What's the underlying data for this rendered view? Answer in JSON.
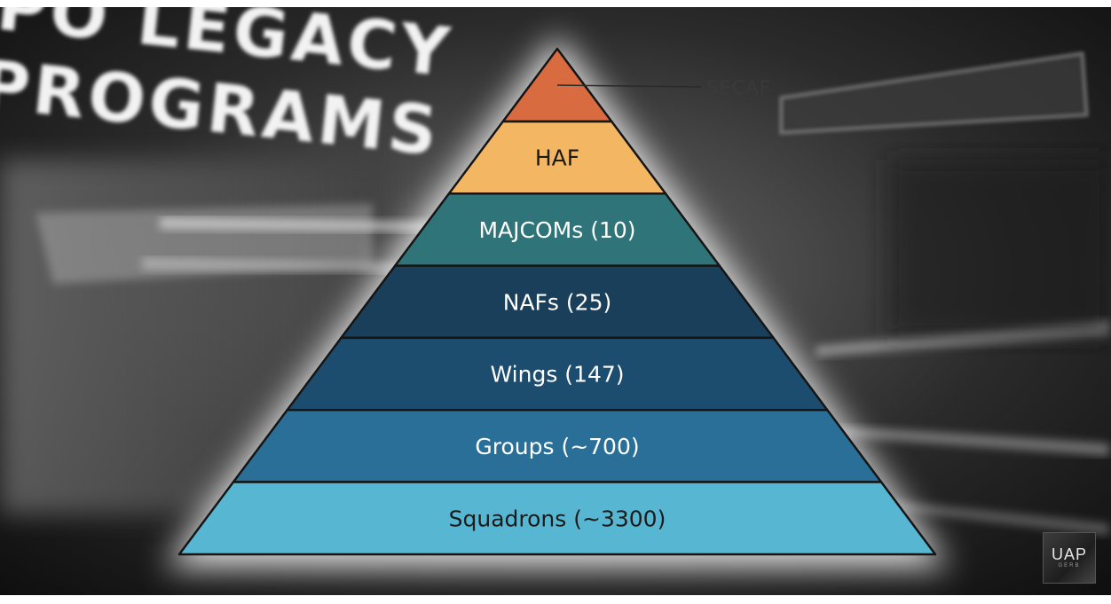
{
  "background": {
    "text_lines": [
      "PO LEGACY",
      "PROGRAMS"
    ]
  },
  "pyramid": {
    "tiers": [
      {
        "label": "",
        "color": "#d86b3f"
      },
      {
        "label": "HAF",
        "color": "#f3b764",
        "dark_text": true
      },
      {
        "label": "MAJCOMs (10)",
        "color": "#2f7479"
      },
      {
        "label": "NAFs (25)",
        "color": "#193f5a"
      },
      {
        "label": "Wings (147)",
        "color": "#1c4c6e"
      },
      {
        "label": "Groups (~700)",
        "color": "#2a6f97"
      },
      {
        "label": "Squadrons (~3300)",
        "color": "#57b7d3",
        "dark_text": true
      }
    ],
    "callout": {
      "label": "SECAF"
    }
  },
  "logo": {
    "main": "UAP",
    "sub": "GERB"
  }
}
